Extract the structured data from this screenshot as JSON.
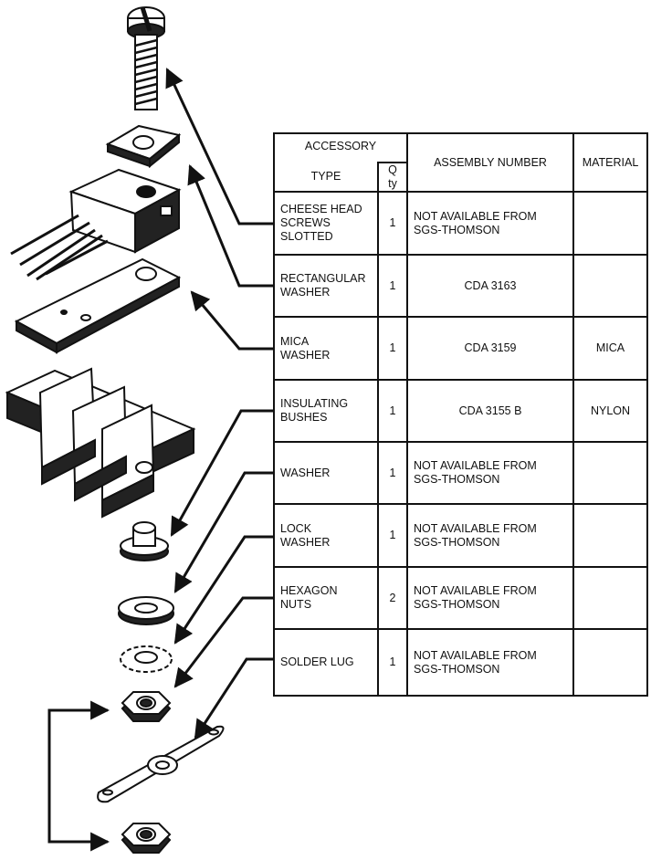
{
  "table": {
    "headers": {
      "accessory": "ACCESSORY",
      "type": "TYPE",
      "qty": "Q ty",
      "assembly": "ASSEMBLY NUMBER",
      "material": "MATERIAL"
    },
    "rows": [
      {
        "type": "CHEESE HEAD\nSCREWS\nSLOTTED",
        "qty": "1",
        "assembly": "NOT AVAILABLE FROM\nSGS-THOMSON",
        "material": ""
      },
      {
        "type": "RECTANGULAR\nWASHER",
        "qty": "1",
        "assembly": "CDA 3163",
        "material": ""
      },
      {
        "type": "MICA\nWASHER",
        "qty": "1",
        "assembly": "CDA 3159",
        "material": "MICA"
      },
      {
        "type": "INSULATING\nBUSHES",
        "qty": "1",
        "assembly": "CDA 3155 B",
        "material": "NYLON"
      },
      {
        "type": "WASHER",
        "qty": "1",
        "assembly": "NOT AVAILABLE FROM\nSGS-THOMSON",
        "material": ""
      },
      {
        "type": "LOCK\nWASHER",
        "qty": "1",
        "assembly": "NOT AVAILABLE FROM\nSGS-THOMSON",
        "material": ""
      },
      {
        "type": "HEXAGON\nNUTS",
        "qty": "2",
        "assembly": "NOT AVAILABLE FROM\nSGS-THOMSON",
        "material": ""
      },
      {
        "type": "SOLDER LUG",
        "qty": "1",
        "assembly": "NOT AVAILABLE FROM\nSGS-THOMSON",
        "material": ""
      }
    ]
  }
}
